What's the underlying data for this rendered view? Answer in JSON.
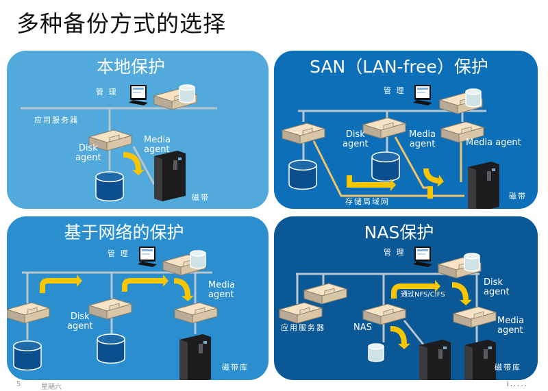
{
  "slide": {
    "title": "多种备份方式的选择",
    "page_number": "5",
    "footer_text": "星期六",
    "corner_mark": "i.....",
    "colors": {
      "panel_local": "#52a9dc",
      "panel_san": "#0c6fb8",
      "panel_network": "#2b8fcf",
      "panel_nas": "#0b5897",
      "arrow": "#f7c600",
      "san_link": "#f0c36a",
      "lan_line": "#b8c6cf"
    }
  },
  "panels": [
    {
      "title": "本地保护",
      "labels": {
        "management": "管 理",
        "app_server": "应用服务器",
        "disk_agent": "Disk\nagent",
        "media_agent": "Media\nagent",
        "tape": "磁带"
      }
    },
    {
      "title": "SAN（LAN-free）保护",
      "labels": {
        "management": "管 理",
        "disk_agent": "Disk\nagent",
        "media_agent_1": "Media\nagent",
        "media_agent_2": "Media agent",
        "san": "存储局域网",
        "tape": "磁带"
      }
    },
    {
      "title": "基于网络的保护",
      "labels": {
        "management": "管 理",
        "disk_agent": "Disk\nagent",
        "media_agent": "Media\nagent",
        "tape_library": "磁带库"
      }
    },
    {
      "title": "NAS保护",
      "labels": {
        "management": "管 理",
        "app_server": "应用服务器",
        "nas": "NAS",
        "via": "通过NFS/CIFS",
        "disk_agent": "Disk\nagent",
        "media_agent": "Media\nagent",
        "tape_library": "磁带库"
      }
    }
  ]
}
